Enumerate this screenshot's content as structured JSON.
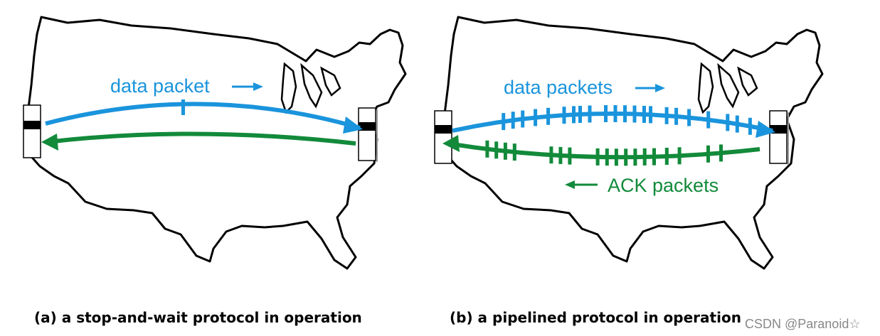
{
  "colors": {
    "data": "#1a94dc",
    "ack": "#128a3a",
    "map": "#000000"
  },
  "panel_a": {
    "label_data": "data packet",
    "caption": "(a) a stop-and-wait protocol in operation"
  },
  "panel_b": {
    "label_data": "data packets",
    "label_ack": "ACK packets",
    "caption": "(b) a pipelined protocol in operation"
  },
  "watermark": "CSDN @Paranoid☆"
}
